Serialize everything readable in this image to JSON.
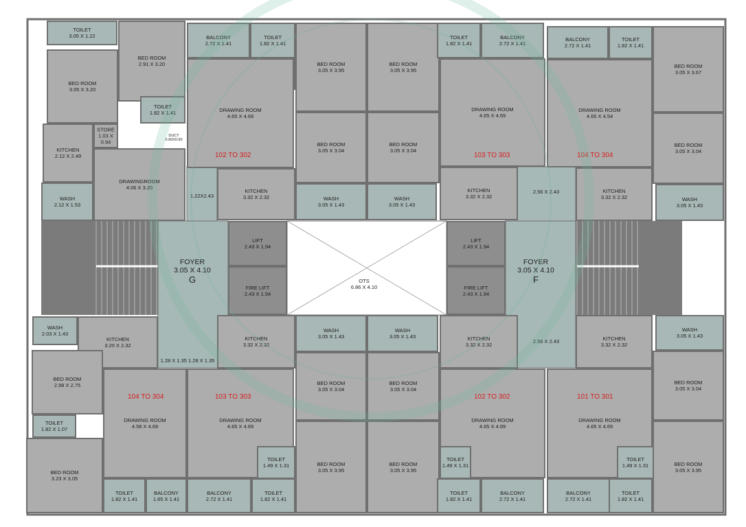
{
  "colors": {
    "wet_area": "#a8b8b6",
    "living": "#adadad",
    "dark_core": "#8e8e8e",
    "foyer": "#a7b9b7",
    "wall": "#6f6f6f",
    "unit_label": "#d61f1f",
    "stamp": "#6eb49a"
  },
  "unit_labels": {
    "top_g": "102 TO 302",
    "top_mid": "103 TO 303",
    "top_f": "104 TO 304",
    "bot_left": "104 TO 304",
    "bot_g": "103 TO 303",
    "bot_f": "102 TO 302",
    "bot_right": "101 TO 301"
  },
  "core": {
    "foyer_g": {
      "title": "FOYER",
      "dim": "3.05 X 4.10",
      "wing": "G"
    },
    "foyer_f": {
      "title": "FOYER",
      "dim": "3.05 X 4.10",
      "wing": "F"
    },
    "ots": {
      "name": "OTS",
      "dim": "6.86 X 4.10"
    },
    "lobby_g_top": "1.22X2.43",
    "lobby_f_top": "2.56 X 2.43",
    "lobby_f_bottom": "2.56 X 2.43",
    "lobby_g_bottom": "1.28 X 1.35 1.28 X 1.35",
    "duct": "DUCT",
    "duct_dim": "0.90X0.90"
  },
  "rooms": [
    {
      "k": "toilet_tl",
      "name": "TOILET",
      "dim": "3.05 X 1.22",
      "c": "w"
    },
    {
      "k": "bed_tl2",
      "name": "BED ROOM",
      "dim": "2.91 X 3.20",
      "c": "l"
    },
    {
      "k": "bed_tl1",
      "name": "BED ROOM",
      "dim": "3.05 X 3.20",
      "c": "l"
    },
    {
      "k": "toilet_tl2",
      "name": "TOILET",
      "dim": "1.82 X 1.41",
      "c": "w"
    },
    {
      "k": "kitchen_tl",
      "name": "KITCHEN",
      "dim": "2.12 X 2.49",
      "c": "l"
    },
    {
      "k": "store_tl",
      "name": "STORE",
      "dim": "1.03 X 0.94",
      "c": "l"
    },
    {
      "k": "drawing_tl",
      "name": "DRAWINGROOM",
      "dim": "4.06 X 3.20",
      "c": "l"
    },
    {
      "k": "wash_tl",
      "name": "WASH",
      "dim": "2.12 X 1.53",
      "c": "w"
    },
    {
      "k": "balc_t1",
      "name": "BALCONY",
      "dim": "2.72 X 1.41",
      "c": "w"
    },
    {
      "k": "toilet_t1",
      "name": "TOILET",
      "dim": "1.82 X 1.41",
      "c": "w"
    },
    {
      "k": "toilet_t1b",
      "name": "TOILET",
      "dim": "1.49 X 1.31",
      "c": "w"
    },
    {
      "k": "bed_t1",
      "name": "BED ROOM",
      "dim": "3.05 X 3.95",
      "c": "l"
    },
    {
      "k": "drawing_t1",
      "name": "DRAWING ROOM",
      "dim": "4.65 X 4.69",
      "c": "l"
    },
    {
      "k": "bed_t1b",
      "name": "BED ROOM",
      "dim": "3.05 X 3.04",
      "c": "l"
    },
    {
      "k": "kitchen_t1",
      "name": "KITCHEN",
      "dim": "3.32 X 2.32",
      "c": "l"
    },
    {
      "k": "wash_t1",
      "name": "WASH",
      "dim": "3.05 X 1.43",
      "c": "w"
    },
    {
      "k": "bed_t2",
      "name": "BED ROOM",
      "dim": "3.05 X 3.95",
      "c": "l"
    },
    {
      "k": "bed_t2b",
      "name": "BED ROOM",
      "dim": "3.05 X 3.04",
      "c": "l"
    },
    {
      "k": "wash_t2",
      "name": "WASH",
      "dim": "3.05 X 1.43",
      "c": "w"
    },
    {
      "k": "toilet_t2",
      "name": "TOILET",
      "dim": "1.82 X 1.41",
      "c": "w"
    },
    {
      "k": "toilet_t2b",
      "name": "TOILET",
      "dim": "1.49 X 1.31",
      "c": "w"
    },
    {
      "k": "balc_t2",
      "name": "BALCONY",
      "dim": "2.72 X 1.41",
      "c": "w"
    },
    {
      "k": "drawing_t2",
      "name": "DRAWING ROOM",
      "dim": "4.65 X 4.69",
      "c": "l"
    },
    {
      "k": "kitchen_t2",
      "name": "KITCHEN",
      "dim": "3.32 X 2.32",
      "c": "l"
    },
    {
      "k": "balc_t3",
      "name": "BALCONY",
      "dim": "2.72 X 1.41",
      "c": "w"
    },
    {
      "k": "toilet_t3",
      "name": "TOILET",
      "dim": "1.82 X 1.41",
      "c": "w"
    },
    {
      "k": "toilet_t3b",
      "name": "TOILET",
      "dim": "1.49 X 1.31",
      "c": "w"
    },
    {
      "k": "bed_t3",
      "name": "BED ROOM",
      "dim": "3.05 X 3.67",
      "c": "l"
    },
    {
      "k": "drawing_t3",
      "name": "DRAWING ROOM",
      "dim": "4.65 X 4.54",
      "c": "l"
    },
    {
      "k": "bed_t3b",
      "name": "BED ROOM",
      "dim": "3.05 X 3.04",
      "c": "l"
    },
    {
      "k": "kitchen_t3",
      "name": "KITCHEN",
      "dim": "3.32 X 2.32",
      "c": "l"
    },
    {
      "k": "wash_t3",
      "name": "WASH",
      "dim": "3.05 X 1.43",
      "c": "w"
    },
    {
      "k": "lift_g",
      "name": "LIFT",
      "dim": "2.43 X 1.94",
      "c": "d"
    },
    {
      "k": "firelift_g",
      "name": "FIRE LIFT",
      "dim": "2.43 X 1.94",
      "c": "d"
    },
    {
      "k": "lift_f",
      "name": "LIFT",
      "dim": "2.43 X 1.94",
      "c": "d"
    },
    {
      "k": "firelift_f",
      "name": "FIRE LIFT",
      "dim": "2.43 X 1.94",
      "c": "d"
    },
    {
      "k": "wash_bl",
      "name": "WASH",
      "dim": "2.03 X 1.43",
      "c": "w"
    },
    {
      "k": "kitchen_bl",
      "name": "KITCHEN",
      "dim": "3.20 X 2.32",
      "c": "l"
    },
    {
      "k": "bed_bl",
      "name": "BED ROOM",
      "dim": "2.98 X 2.75",
      "c": "l"
    },
    {
      "k": "drawing_bl",
      "name": "DRAWING ROOM",
      "dim": "4.58 X 4.69",
      "c": "l"
    },
    {
      "k": "toilet_bl",
      "name": "TOILET",
      "dim": "1.82 X 1.07",
      "c": "w"
    },
    {
      "k": "bed_bl2",
      "name": "BED ROOM",
      "dim": "3.23 X 3.05",
      "c": "l"
    },
    {
      "k": "toilet_bl2",
      "name": "TOILET",
      "dim": "1.82 X 1.41",
      "c": "w"
    },
    {
      "k": "balc_bl",
      "name": "BALCONY",
      "dim": "1.65 X 1.41",
      "c": "w"
    },
    {
      "k": "kitchen_b1",
      "name": "KITCHEN",
      "dim": "3.32 X 2.32",
      "c": "l"
    },
    {
      "k": "wash_b1",
      "name": "WASH",
      "dim": "3.05 X 1.43",
      "c": "w"
    },
    {
      "k": "bed_b1",
      "name": "BED ROOM",
      "dim": "3.05 X 3.04",
      "c": "l"
    },
    {
      "k": "drawing_b1",
      "name": "DRAWING ROOM",
      "dim": "4.65 X 4.69",
      "c": "l"
    },
    {
      "k": "toilet_b1",
      "name": "TOILET",
      "dim": "1.49 X 1.31",
      "c": "w"
    },
    {
      "k": "bed_b1b",
      "name": "BED ROOM",
      "dim": "3.05 X 3.95",
      "c": "l"
    },
    {
      "k": "balc_b1",
      "name": "BALCONY",
      "dim": "2.72 X 1.41",
      "c": "w"
    },
    {
      "k": "toilet_b1b",
      "name": "TOILET",
      "dim": "1.82 X 1.41",
      "c": "w"
    },
    {
      "k": "wash_b2",
      "name": "WASH",
      "dim": "3.05 X 1.43",
      "c": "w"
    },
    {
      "k": "bed_b2",
      "name": "BED ROOM",
      "dim": "3.05 X 3.04",
      "c": "l"
    },
    {
      "k": "bed_b2b",
      "name": "BED ROOM",
      "dim": "3.05 X 3.95",
      "c": "l"
    },
    {
      "k": "kitchen_b2",
      "name": "KITCHEN",
      "dim": "3.32 X 2.32",
      "c": "l"
    },
    {
      "k": "drawing_b2",
      "name": "DRAWING ROOM",
      "dim": "4.65 X 4.69",
      "c": "l"
    },
    {
      "k": "toilet_b2",
      "name": "TOILET",
      "dim": "1.49 X 1.31",
      "c": "w"
    },
    {
      "k": "toilet_b2b",
      "name": "TOILET",
      "dim": "1.82 X 1.41",
      "c": "w"
    },
    {
      "k": "balc_b2",
      "name": "BALCONY",
      "dim": "2.72 X 1.41",
      "c": "w"
    },
    {
      "k": "kitchen_b3",
      "name": "KITCHEN",
      "dim": "3.32 X 2.32",
      "c": "l"
    },
    {
      "k": "wash_b3",
      "name": "WASH",
      "dim": "3.05 X 1.43",
      "c": "w"
    },
    {
      "k": "drawing_b3",
      "name": "DRAWING ROOM",
      "dim": "4.65 X 4.69",
      "c": "l"
    },
    {
      "k": "bed_b3",
      "name": "BED ROOM",
      "dim": "3.05 X 3.04",
      "c": "l"
    },
    {
      "k": "balc_b3",
      "name": "BALCONY",
      "dim": "2.72 X 1.41",
      "c": "w"
    },
    {
      "k": "toilet_b3",
      "name": "TOILET",
      "dim": "1.49 X 1.31",
      "c": "w"
    },
    {
      "k": "toilet_b3b",
      "name": "TOILET",
      "dim": "1.82 X 1.41",
      "c": "w"
    },
    {
      "k": "bed_b3b",
      "name": "BED ROOM",
      "dim": "3.05 X 3.95",
      "c": "l"
    }
  ]
}
